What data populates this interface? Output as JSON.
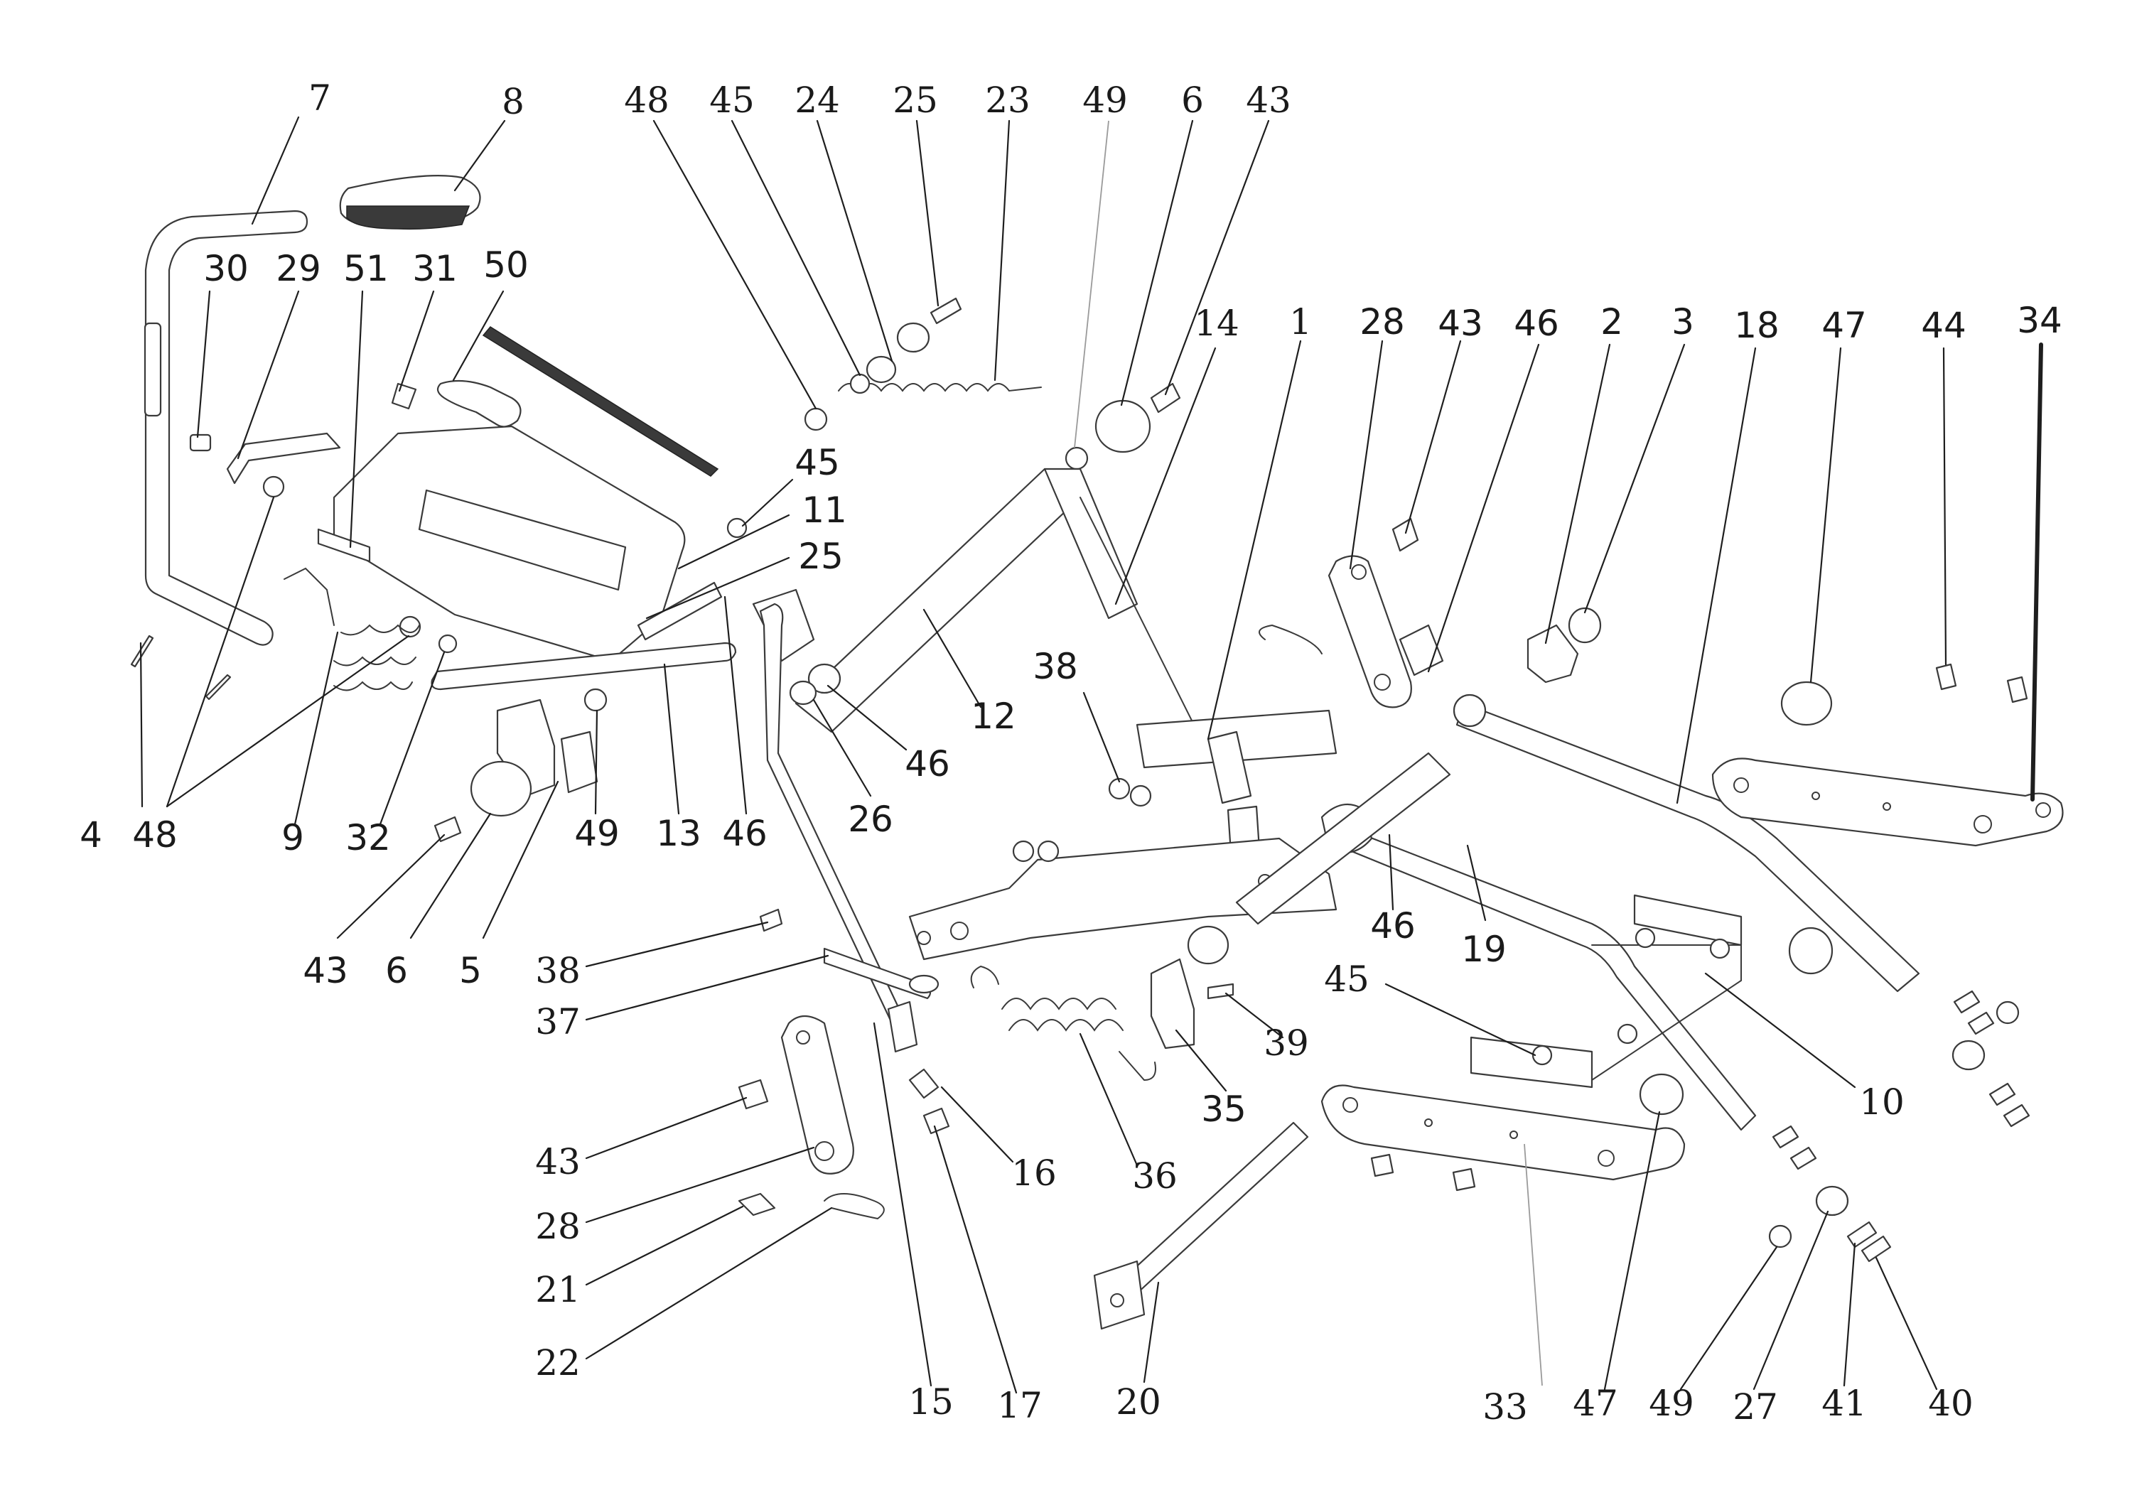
{
  "callouts": {
    "c7": "7",
    "c8": "8",
    "c48a": "48",
    "c45a": "45",
    "c24": "24",
    "c25a": "25",
    "c23": "23",
    "c49a": "49",
    "c6a": "6",
    "c43a": "43",
    "c30": "30",
    "c29": "29",
    "c51": "51",
    "c31": "31",
    "c50": "50",
    "c14": "14",
    "c1": "1",
    "c28a": "28",
    "c43b": "43",
    "c46a": "46",
    "c2": "2",
    "c3": "3",
    "c18": "18",
    "c47a": "47",
    "c44": "44",
    "c34": "34",
    "c45b": "45",
    "c11": "11",
    "c25b": "25",
    "c12": "12",
    "c38a": "38",
    "c46b": "46",
    "c26": "26",
    "c4": "4",
    "c48b": "48",
    "c9": "9",
    "c32": "32",
    "c49b": "49",
    "c13": "13",
    "c46c": "46",
    "c43c": "43",
    "c6b": "6",
    "c5": "5",
    "c46d": "46",
    "c19": "19",
    "c38b": "38",
    "c37": "37",
    "c45c": "45",
    "c39": "39",
    "c35": "35",
    "c10": "10",
    "c43d": "43",
    "c28b": "28",
    "c16": "16",
    "c36": "36",
    "c21": "21",
    "c22": "22",
    "c15": "15",
    "c17": "17",
    "c20": "20",
    "c33": "33",
    "c47b": "47",
    "c49c": "49",
    "c27": "27",
    "c41": "41",
    "c40": "40"
  }
}
